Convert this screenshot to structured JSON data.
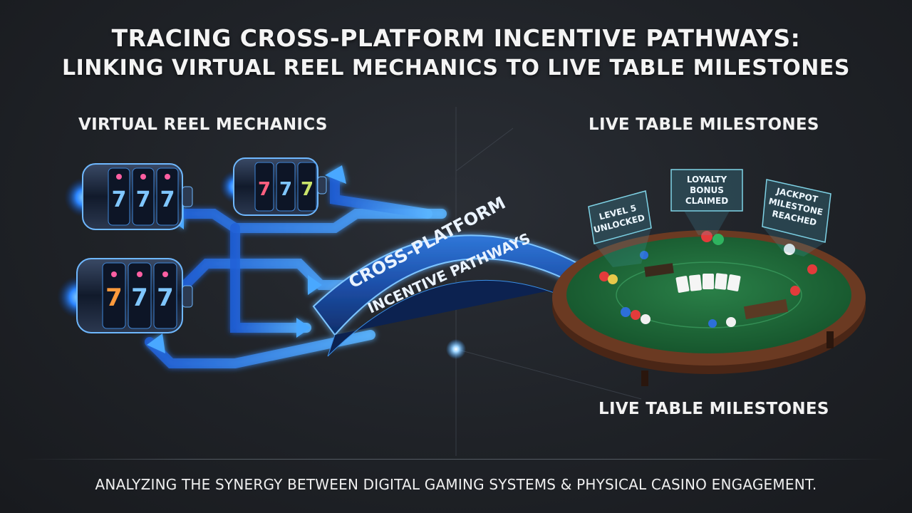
{
  "header": {
    "title_line1": "TRACING CROSS-PLATFORM INCENTIVE PATHWAYS:",
    "title_line2": "LINKING VIRTUAL REEL MECHANICS TO LIVE TABLE MILESTONES"
  },
  "labels": {
    "left": "VIRTUAL REEL MECHANICS",
    "right_top": "LIVE TABLE MILESTONES",
    "right_bottom": "LIVE TABLE MILESTONES"
  },
  "bridge": {
    "line1": "CROSS-PLATFORM",
    "line2": "INCENTIVE PATHWAYS"
  },
  "milestone_tags": {
    "level": [
      "LEVEL 5",
      "UNLOCKED"
    ],
    "loyalty": [
      "LOYALTY",
      "BONUS",
      "CLAIMED"
    ],
    "jackpot": [
      "JACKPOT",
      "MILESTONE",
      "REACHED"
    ]
  },
  "reel_symbols": [
    "7",
    "7",
    "7"
  ],
  "footer": {
    "text": "ANALYZING THE SYNERGY BETWEEN DIGITAL GAMING SYSTEMS & PHYSICAL CASINO ENGAGEMENT."
  },
  "colors": {
    "background": "#1e2126",
    "glow_blue": "#3fa0ff",
    "felt_green": "#1f6b3a",
    "table_rim": "#5a2f1c",
    "text": "#f2f2f2"
  }
}
